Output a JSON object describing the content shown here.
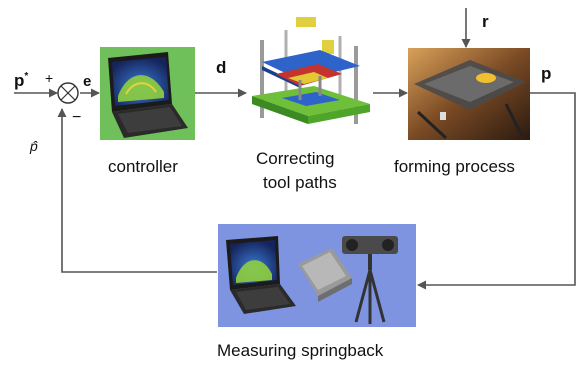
{
  "signals": {
    "reference": "p",
    "reference_sup": "*",
    "plus": "+",
    "minus": "−",
    "error": "e",
    "control": "d",
    "disturbance": "r",
    "output": "p",
    "feedback": "p̂"
  },
  "blocks": {
    "controller": {
      "caption": "controller",
      "bg_color": "#6fbf5a"
    },
    "tool_paths": {
      "caption_line1": "Correcting",
      "caption_line2": "tool paths"
    },
    "forming": {
      "caption": "forming process"
    },
    "measuring": {
      "caption": "Measuring springback",
      "bg_color": "#7f94e0"
    }
  },
  "colors": {
    "arrow": "#555555",
    "laptop_body": "#1b1b1b",
    "laptop_screen": "#1f2e6e",
    "surface_green": "#8fcf3f",
    "scanner": "#7a7a7a"
  }
}
